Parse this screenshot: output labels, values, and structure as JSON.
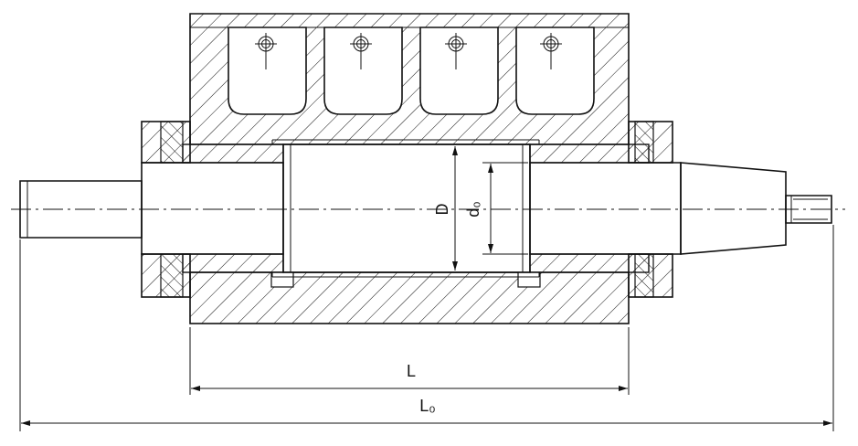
{
  "labels": {
    "D": "D",
    "d0": "d₀",
    "L": "L",
    "L0": "L₀"
  },
  "colors": {
    "line": "#111111",
    "background": "#ffffff"
  },
  "bolt_count": 4
}
